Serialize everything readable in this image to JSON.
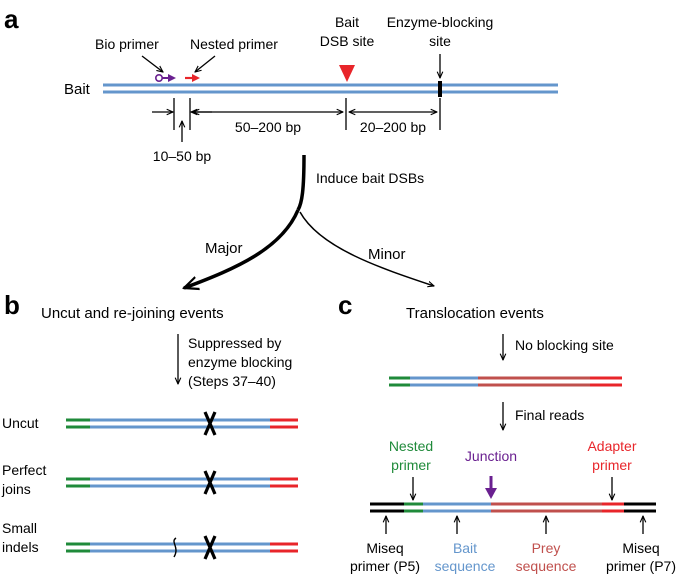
{
  "panels": {
    "a": "a",
    "b": "b",
    "c": "c"
  },
  "colors": {
    "blue": "#6496cc",
    "red": "#e8252a",
    "green": "#1f8a3a",
    "purple": "#6a2090",
    "black": "#000000",
    "prey": "#c0504d"
  },
  "panel_a": {
    "bait_label": "Bait",
    "bio_primer": "Bio primer",
    "nested_primer": "Nested primer",
    "bait_dsb_line1": "Bait",
    "bait_dsb_line2": "DSB site",
    "blocking_line1": "Enzyme-blocking",
    "blocking_line2": "site",
    "dist_10_50": "10–50 bp",
    "dist_50_200": "50–200 bp",
    "dist_20_200": "20–200 bp",
    "induce": "Induce bait DSBs",
    "major": "Major",
    "minor": "Minor"
  },
  "panel_b": {
    "title": "Uncut and re-joining events",
    "suppressed_line1": "Suppressed by",
    "suppressed_line2": "enzyme blocking",
    "suppressed_line3": "(Steps 37–40)",
    "rows": [
      {
        "line1": "Uncut",
        "line2": ""
      },
      {
        "line1": "Perfect",
        "line2": "joins"
      },
      {
        "line1": "Small",
        "line2": "indels"
      }
    ]
  },
  "panel_c": {
    "title": "Translocation events",
    "no_blocking": "No blocking site",
    "final_reads": "Final reads",
    "nested_line1": "Nested",
    "nested_line2": "primer",
    "junction": "Junction",
    "adapter_line1": "Adapter",
    "adapter_line2": "primer",
    "miseq_p5_line1": "Miseq",
    "miseq_p5_line2": "primer (P5)",
    "bait_seq_line1": "Bait",
    "bait_seq_line2": "sequence",
    "prey_seq_line1": "Prey",
    "prey_seq_line2": "sequence",
    "miseq_p7_line1": "Miseq",
    "miseq_p7_line2": "primer (P7)"
  }
}
